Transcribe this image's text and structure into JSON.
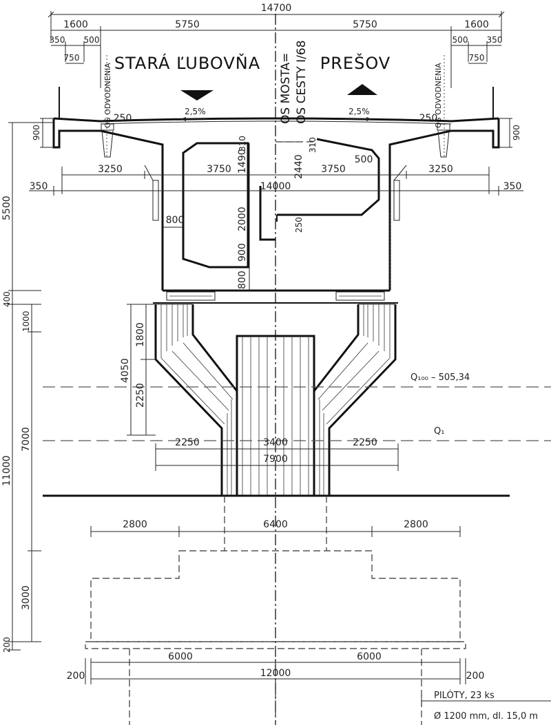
{
  "direction_left": "STARÁ ĽUBOVŇA",
  "direction_right": "PREŠOV",
  "axis_label_1": "OS MOSTA=",
  "axis_label_2": "OS CESTY I/68",
  "drain_axis_label": "OS ODVODNENIA",
  "slope_left": "2,5%",
  "slope_right": "2,5%",
  "water_q100": "Q₁₀₀ – 505,34",
  "water_q1": "Q₁",
  "piles_line1": "PILÓTY, 23 ks",
  "piles_line2": "Ø 1200 mm, dl. 15,0 m",
  "dims_top": {
    "total": "14700",
    "l1600": "1600",
    "l5750": "5750",
    "r5750": "5750",
    "r1600": "1600",
    "l350": "350",
    "l500": "500",
    "l750": "750",
    "r500": "500",
    "r350": "350",
    "r750": "750"
  },
  "dims_deck": {
    "l250": "250",
    "r250": "250",
    "l900": "900",
    "r900": "900",
    "d310a": "310",
    "d310b": "310",
    "d1490": "1490",
    "d2440": "2440",
    "d500": "500",
    "l3250": "3250",
    "l3750": "3750",
    "r3750": "3750",
    "r3250": "3250",
    "l350": "350",
    "d14000": "14000",
    "r350": "350",
    "d800a": "800",
    "d2000": "2000",
    "d250": "250",
    "d900": "900",
    "d800b": "800"
  },
  "dims_left_vertical": {
    "d5500": "5500",
    "d400": "400",
    "d1000": "1000",
    "d7000": "7000",
    "d11000": "11000",
    "d3000": "3000",
    "d200": "200"
  },
  "dims_pier": {
    "d1800": "1800",
    "d4050": "4050",
    "d2250v": "2250",
    "l2250": "2250",
    "d3400": "3400",
    "r2250": "2250",
    "d7900": "7900"
  },
  "dims_foundation": {
    "l2800": "2800",
    "d6400": "6400",
    "r2800": "2800",
    "l6000": "6000",
    "r6000": "6000",
    "d12000": "12000",
    "l200": "200",
    "r200": "200"
  }
}
